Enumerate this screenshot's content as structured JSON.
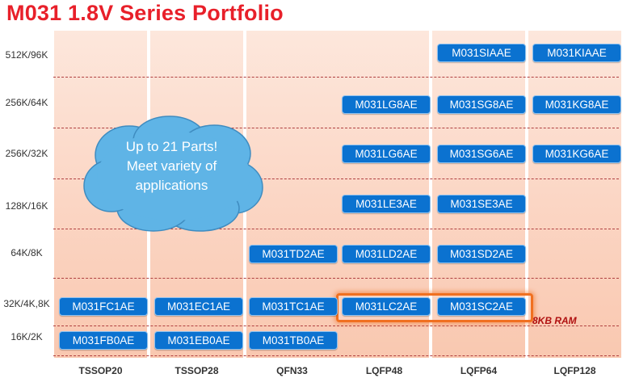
{
  "title": "M031 1.8V Series Portfolio",
  "row_labels": [
    "512K/96K",
    "256K/64K",
    "256K/32K",
    "128K/16K",
    "64K/8K",
    "32K/4K,8K",
    "16K/2K"
  ],
  "column_labels": [
    "TSSOP20",
    "TSSOP28",
    "QFN33",
    "LQFP48",
    "LQFP64",
    "LQFP128"
  ],
  "parts": {
    "r0_c4": "M031SIAAE",
    "r0_c5": "M031KIAAE",
    "r1_c3": "M031LG8AE",
    "r1_c4": "M031SG8AE",
    "r1_c5": "M031KG8AE",
    "r2_c3": "M031LG6AE",
    "r2_c4": "M031SG6AE",
    "r2_c5": "M031KG6AE",
    "r3_c3": "M031LE3AE",
    "r3_c4": "M031SE3AE",
    "r4_c2": "M031TD2AE",
    "r4_c3": "M031LD2AE",
    "r4_c4": "M031SD2AE",
    "r5_c0": "M031FC1AE",
    "r5_c1": "M031EC1AE",
    "r5_c2": "M031TC1AE",
    "r5_c3": "M031LC2AE",
    "r5_c4": "M031SC2AE",
    "r6_c0": "M031FB0AE",
    "r6_c1": "M031EB0AE",
    "r6_c2": "M031TB0AE"
  },
  "cloud": {
    "line1": "Up to 21 Parts!",
    "line2": "Meet variety of",
    "line3": "applications"
  },
  "ram_note": "8KB RAM",
  "colors": {
    "title": "#e8202a",
    "chip": "#0b72d0",
    "cloud": "#5fb4e6",
    "highlight": "#f07020",
    "ram_note": "#b01010"
  }
}
